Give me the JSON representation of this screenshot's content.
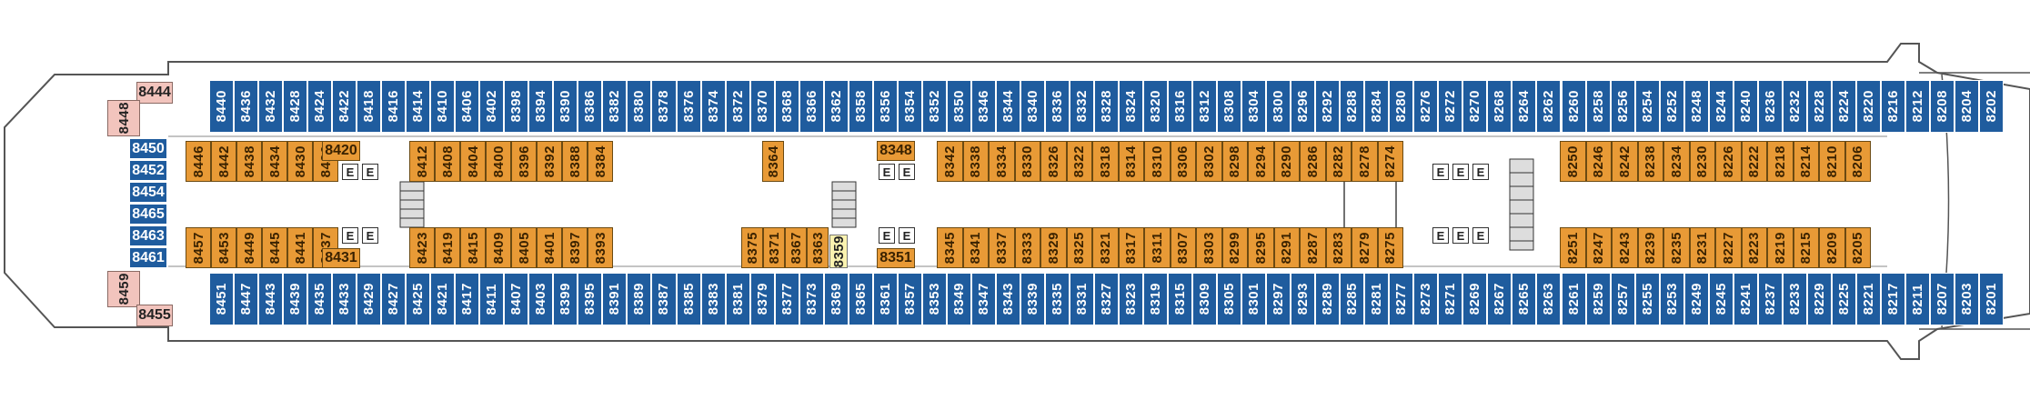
{
  "map": {
    "colors": {
      "balcony": "#1f5c9e",
      "inside": "#e89a36",
      "suite": "#f2c4bd",
      "special": "#fbf3b0",
      "hull": "#555555"
    },
    "elevator_label": "E",
    "top_outer": [
      "8440",
      "8436",
      "8432",
      "8428",
      "8424",
      "8422",
      "8418",
      "8416",
      "8414",
      "8410",
      "8406",
      "8402",
      "8398",
      "8394",
      "8390",
      "8386",
      "8382",
      "8380",
      "8378",
      "8376",
      "8374",
      "8372",
      "8370",
      "8368",
      "8366",
      "8362",
      "8358",
      "8356",
      "8354",
      "8352",
      "8350",
      "8346",
      "8344",
      "8340",
      "8336",
      "8332",
      "8328",
      "8324",
      "8320",
      "8316",
      "8312",
      "8308",
      "8304",
      "8300",
      "8296",
      "8292",
      "8288",
      "8284",
      "8280",
      "8276",
      "8272",
      "8270",
      "8268",
      "8264",
      "8262",
      "8260",
      "8258",
      "8256",
      "8254",
      "8252",
      "8248",
      "8244",
      "8240",
      "8236",
      "8232",
      "8228",
      "8224",
      "8220",
      "8216",
      "8212",
      "8208",
      "8204",
      "8202"
    ],
    "bottom_outer": [
      "8451",
      "8447",
      "8443",
      "8439",
      "8435",
      "8433",
      "8429",
      "8427",
      "8425",
      "8421",
      "8417",
      "8411",
      "8407",
      "8403",
      "8399",
      "8395",
      "8391",
      "8389",
      "8387",
      "8385",
      "8383",
      "8381",
      "8379",
      "8377",
      "8373",
      "8369",
      "8365",
      "8361",
      "8357",
      "8353",
      "8349",
      "8347",
      "8343",
      "8339",
      "8335",
      "8331",
      "8327",
      "8323",
      "8319",
      "8315",
      "8309",
      "8305",
      "8301",
      "8297",
      "8293",
      "8289",
      "8285",
      "8281",
      "8277",
      "8273",
      "8271",
      "8269",
      "8267",
      "8265",
      "8263",
      "8261",
      "8259",
      "8257",
      "8255",
      "8253",
      "8249",
      "8245",
      "8241",
      "8237",
      "8233",
      "8229",
      "8225",
      "8221",
      "8217",
      "8211",
      "8207",
      "8203",
      "8201"
    ],
    "inner_top_a": [
      "8446",
      "8442",
      "8438",
      "8434",
      "8430",
      "8426"
    ],
    "inner_top_b": [
      "8412",
      "8408",
      "8404",
      "8400",
      "8396",
      "8392",
      "8388",
      "8384"
    ],
    "inner_top_c": [
      "8342",
      "8338",
      "8334",
      "8330",
      "8326",
      "8322",
      "8318",
      "8314",
      "8310",
      "8306",
      "8302",
      "8298",
      "8294",
      "8290",
      "8286",
      "8282",
      "8278",
      "8274"
    ],
    "inner_top_d": [
      "8250",
      "8246",
      "8242",
      "8238",
      "8234",
      "8230",
      "8226",
      "8222",
      "8218",
      "8214",
      "8210",
      "8206"
    ],
    "inner_bot_a": [
      "8457",
      "8453",
      "8449",
      "8445",
      "8441",
      "8437"
    ],
    "inner_bot_b": [
      "8423",
      "8419",
      "8415",
      "8409",
      "8405",
      "8401",
      "8397",
      "8393"
    ],
    "inner_bot_c": [
      "8375",
      "8371",
      "8367",
      "8363"
    ],
    "inner_bot_d": [
      "8345",
      "8341",
      "8337",
      "8333",
      "8329",
      "8325",
      "8321",
      "8317",
      "8311",
      "8307",
      "8303",
      "8299",
      "8295",
      "8291",
      "8287",
      "8283",
      "8279",
      "8275"
    ],
    "inner_bot_e": [
      "8251",
      "8247",
      "8243",
      "8239",
      "8235",
      "8231",
      "8227",
      "8223",
      "8219",
      "8215",
      "8209",
      "8205"
    ],
    "horizontal": {
      "c8420": "8420",
      "c8431": "8431",
      "c8348": "8348",
      "c8351": "8351",
      "c8364": "8364",
      "c8359": "8359"
    },
    "stern_col": [
      "8450",
      "8452",
      "8454",
      "8465",
      "8463",
      "8461"
    ],
    "suites": {
      "s8444": "8444",
      "s8448": "8448",
      "s8459": "8459",
      "s8455": "8455"
    }
  }
}
